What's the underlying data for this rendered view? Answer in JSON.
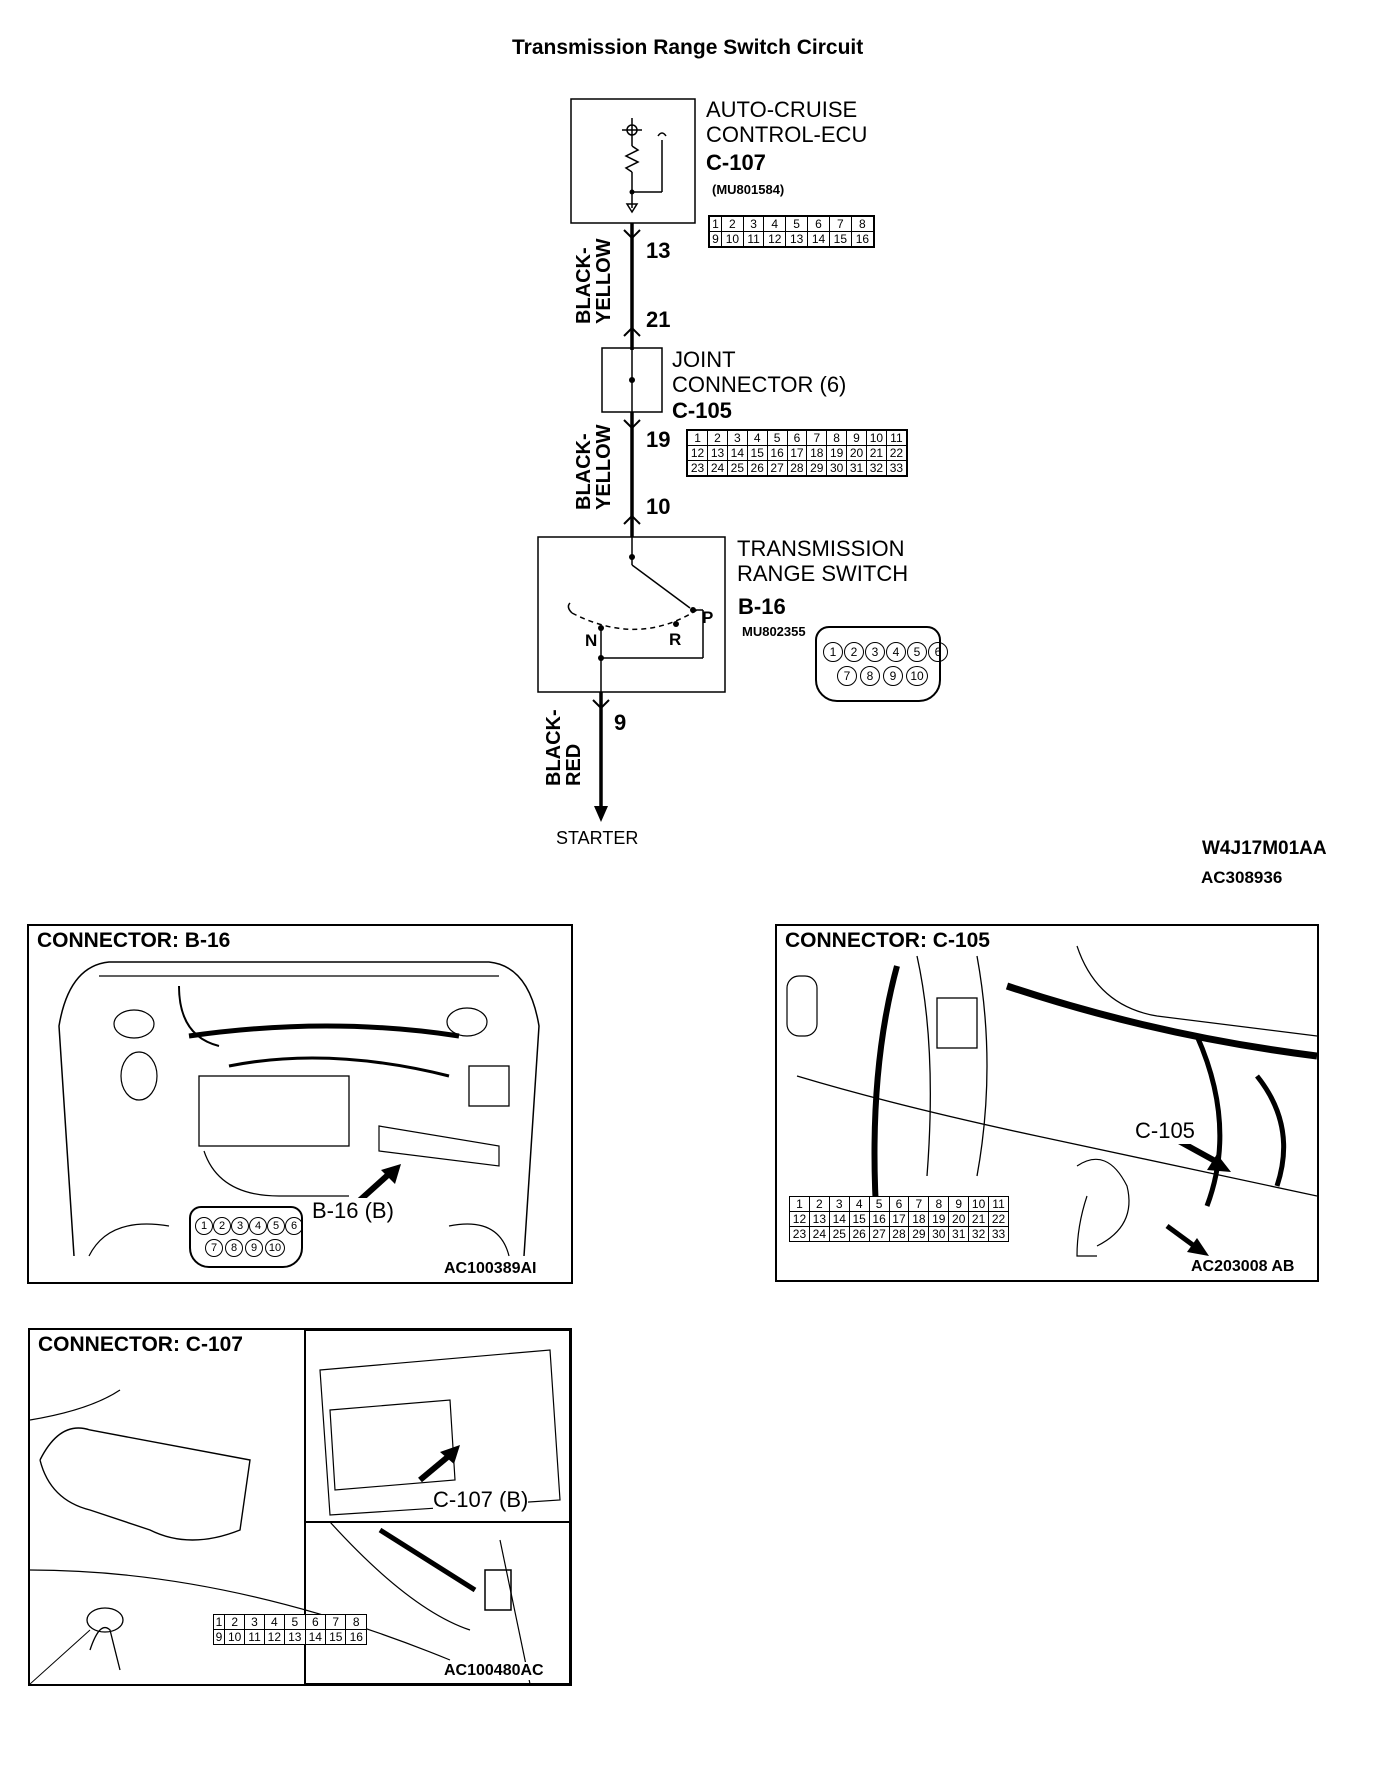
{
  "title": "Transmission Range Switch Circuit",
  "ecu": {
    "name_line1": "AUTO-CRUISE",
    "name_line2": "CONTROL-ECU",
    "connector": "C-107",
    "part_no": "(MU801584)",
    "pins_row1": [
      "1",
      "2",
      "3",
      "4",
      "5",
      "6",
      "7",
      "8"
    ],
    "pins_row2": [
      "9",
      "10",
      "11",
      "12",
      "13",
      "14",
      "15",
      "16"
    ],
    "terminal": "13"
  },
  "joint": {
    "name_line1": "JOINT",
    "name_line2": "CONNECTOR (6)",
    "connector": "C-105",
    "pin_in": "21",
    "pin_out": "19",
    "pins_row1": [
      "1",
      "2",
      "3",
      "4",
      "5",
      "6",
      "7",
      "8",
      "9",
      "10",
      "11"
    ],
    "pins_row2": [
      "12",
      "13",
      "14",
      "15",
      "16",
      "17",
      "18",
      "19",
      "20",
      "21",
      "22"
    ],
    "pins_row3": [
      "23",
      "24",
      "25",
      "26",
      "27",
      "28",
      "29",
      "30",
      "31",
      "32",
      "33"
    ]
  },
  "trs": {
    "name_line1": "TRANSMISSION",
    "name_line2": "RANGE SWITCH",
    "connector": "B-16",
    "part_no": "MU802355",
    "pin_in": "10",
    "pin_out": "9",
    "pos_p": "P",
    "pos_r": "R",
    "pos_n": "N",
    "pins_row1": [
      "1",
      "2",
      "3",
      "4",
      "5",
      "6"
    ],
    "pins_row2": [
      "7",
      "8",
      "9",
      "10"
    ]
  },
  "wires": {
    "w1_line1": "BLACK-",
    "w1_line2": "YELLOW",
    "w2_line1": "BLACK-",
    "w2_line2": "YELLOW",
    "w3_line1": "BLACK-",
    "w3_line2": "RED"
  },
  "starter": "STARTER",
  "figure_codes": {
    "code1": "W4J17M01AA",
    "code2": "AC308936"
  },
  "panels": {
    "b16": {
      "title": "CONNECTOR: B-16",
      "callout": "B-16 (B)",
      "code": "AC100389AI",
      "pins_row1": [
        "1",
        "2",
        "3",
        "4",
        "5",
        "6"
      ],
      "pins_row2": [
        "7",
        "8",
        "9",
        "10"
      ]
    },
    "c105": {
      "title": "CONNECTOR: C-105",
      "callout": "C-105",
      "code": "AC203008 AB",
      "pins_row1": [
        "1",
        "2",
        "3",
        "4",
        "5",
        "6",
        "7",
        "8",
        "9",
        "10",
        "11"
      ],
      "pins_row2": [
        "12",
        "13",
        "14",
        "15",
        "16",
        "17",
        "18",
        "19",
        "20",
        "21",
        "22"
      ],
      "pins_row3": [
        "23",
        "24",
        "25",
        "26",
        "27",
        "28",
        "29",
        "30",
        "31",
        "32",
        "33"
      ]
    },
    "c107": {
      "title": "CONNECTOR: C-107",
      "callout": "C-107 (B)",
      "code": "AC100480AC",
      "pins_row1": [
        "1",
        "2",
        "3",
        "4",
        "5",
        "6",
        "7",
        "8"
      ],
      "pins_row2": [
        "9",
        "10",
        "11",
        "12",
        "13",
        "14",
        "15",
        "16"
      ]
    }
  }
}
